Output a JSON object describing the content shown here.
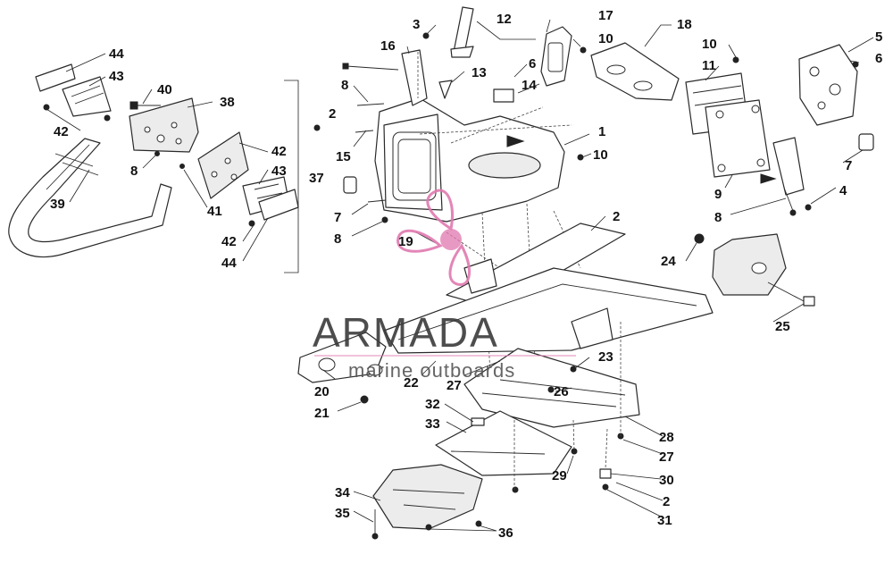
{
  "watermark": {
    "brand": "ARMADA",
    "tagline": "marine outboards",
    "accent_color": "#e07ab0",
    "logo_icon": "propeller-logo-icon"
  },
  "callouts": [
    "1",
    "2",
    "3",
    "4",
    "5",
    "6",
    "7",
    "8",
    "9",
    "10",
    "11",
    "12",
    "13",
    "14",
    "15",
    "16",
    "17",
    "18",
    "19",
    "20",
    "21",
    "22",
    "23",
    "24",
    "25",
    "26",
    "27",
    "28",
    "29",
    "30",
    "31",
    "32",
    "33",
    "34",
    "35",
    "36",
    "37",
    "38",
    "39",
    "40",
    "41",
    "42",
    "43",
    "44"
  ],
  "labels": {
    "c1": "1",
    "c2a": "2",
    "c2b": "2",
    "c2c": "2",
    "c3": "3",
    "c4": "4",
    "c5": "5",
    "c6a": "6",
    "c6b": "6",
    "c7a": "7",
    "c7b": "7",
    "c8a": "8",
    "c8b": "8",
    "c8c": "8",
    "c8d": "8",
    "c9": "9",
    "c10a": "10",
    "c10b": "10",
    "c10c": "10",
    "c11": "11",
    "c12": "12",
    "c13": "13",
    "c14": "14",
    "c15": "15",
    "c16": "16",
    "c17": "17",
    "c18": "18",
    "c19": "19",
    "c20": "20",
    "c21": "21",
    "c22": "22",
    "c23": "23",
    "c24": "24",
    "c25": "25",
    "c26": "26",
    "c27a": "27",
    "c27b": "27",
    "c28": "28",
    "c29": "29",
    "c30": "30",
    "c31": "31",
    "c32": "32",
    "c33": "33",
    "c34": "34",
    "c35": "35",
    "c36": "36",
    "c37": "37",
    "c38": "38",
    "c39": "39",
    "c40": "40",
    "c41": "41",
    "c42a": "42",
    "c42b": "42",
    "c42c": "42",
    "c43a": "43",
    "c43b": "43",
    "c44a": "44",
    "c44b": "44"
  }
}
